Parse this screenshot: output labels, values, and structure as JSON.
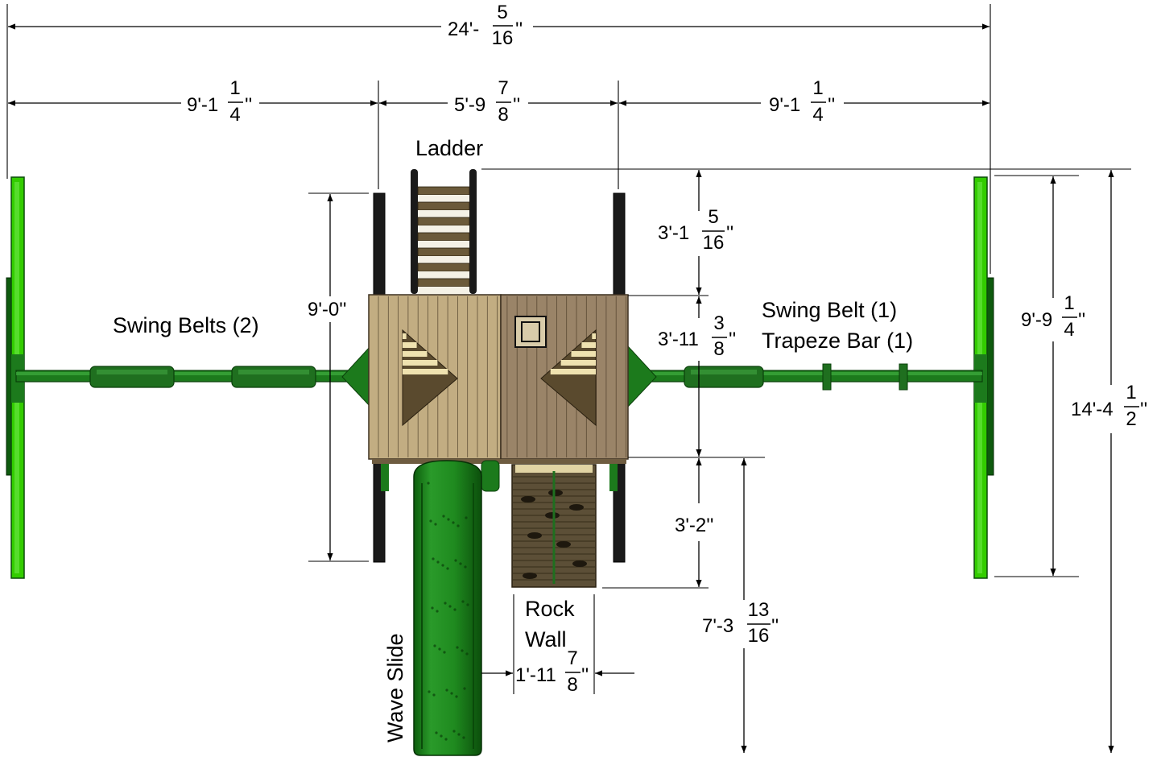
{
  "colors": {
    "green_post": "#33cc00",
    "dark_green": "#0e5a0e",
    "beam_green": "#1c7a1c",
    "slide_green": "#1f8a1f",
    "deck_tan": "#c2ad82",
    "deck_brown": "#9a8468",
    "wood_dark": "#5a4a2e",
    "wood_light": "#efe2b0",
    "black_post": "#1a1a1a"
  },
  "labels": {
    "ladder": "Ladder",
    "swing_belts_left": "Swing Belts (2)",
    "swing_belt_right": "Swing Belt (1)",
    "trapeze_bar": "Trapeze Bar (1)",
    "rock": "Rock",
    "wall": "Wall",
    "wave_slide": "Wave Slide"
  },
  "dimensions": {
    "overall_width": {
      "whole": "24'-",
      "num": "5",
      "den": "16",
      "unit": "''"
    },
    "left_swing_width": {
      "whole": "9'-1",
      "num": "1",
      "den": "4",
      "unit": "''"
    },
    "center_width": {
      "whole": "5'-9",
      "num": "7",
      "den": "8",
      "unit": "''"
    },
    "right_swing_width": {
      "whole": "9'-1",
      "num": "1",
      "den": "4",
      "unit": "''"
    },
    "ladder_depth": {
      "whole": "3'-1",
      "num": "5",
      "den": "16",
      "unit": "''"
    },
    "deck_depth": {
      "whole": "3'-11",
      "num": "3",
      "den": "8",
      "unit": "''"
    },
    "rock_wall_depth": {
      "whole": "3'-2''"
    },
    "swing_leg_span": {
      "whole": "9'-0''"
    },
    "right_swing_span": {
      "whole": "9'-9",
      "num": "1",
      "den": "4",
      "unit": "''"
    },
    "overall_depth": {
      "whole": "14'-4",
      "num": "1",
      "den": "2",
      "unit": "''"
    },
    "slide_depth": {
      "whole": "7'-3",
      "num": "13",
      "den": "16",
      "unit": "''"
    },
    "rock_wall_width": {
      "whole": "1'-11",
      "num": "7",
      "den": "8",
      "unit": "''"
    }
  }
}
